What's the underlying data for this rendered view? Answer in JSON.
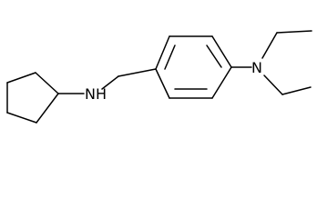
{
  "molecule": {
    "atoms": [
      {
        "id": "amine-n-left",
        "label": "NH"
      },
      {
        "id": "amine-n-right",
        "label": "N"
      }
    ]
  },
  "colors": {
    "bond": "#000000",
    "label": "#000000",
    "background": "#ffffff"
  }
}
